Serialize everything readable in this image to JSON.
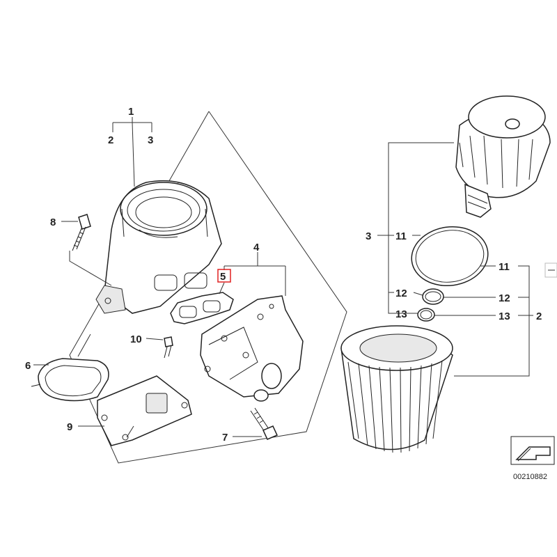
{
  "callouts": {
    "c1": "1",
    "c2_top": "2",
    "c3_top": "3",
    "c8": "8",
    "c4": "4",
    "c5": "5",
    "c10": "10",
    "c6": "6",
    "c9": "9",
    "c7": "7",
    "c3_right": "3",
    "c11_left": "11",
    "c11_right": "11",
    "c12_left": "12",
    "c12_right": "12",
    "c13_left": "13",
    "c13_right": "13",
    "c2_right": "2"
  },
  "highlight_color": "#e02020",
  "diagram_number": "00210882"
}
